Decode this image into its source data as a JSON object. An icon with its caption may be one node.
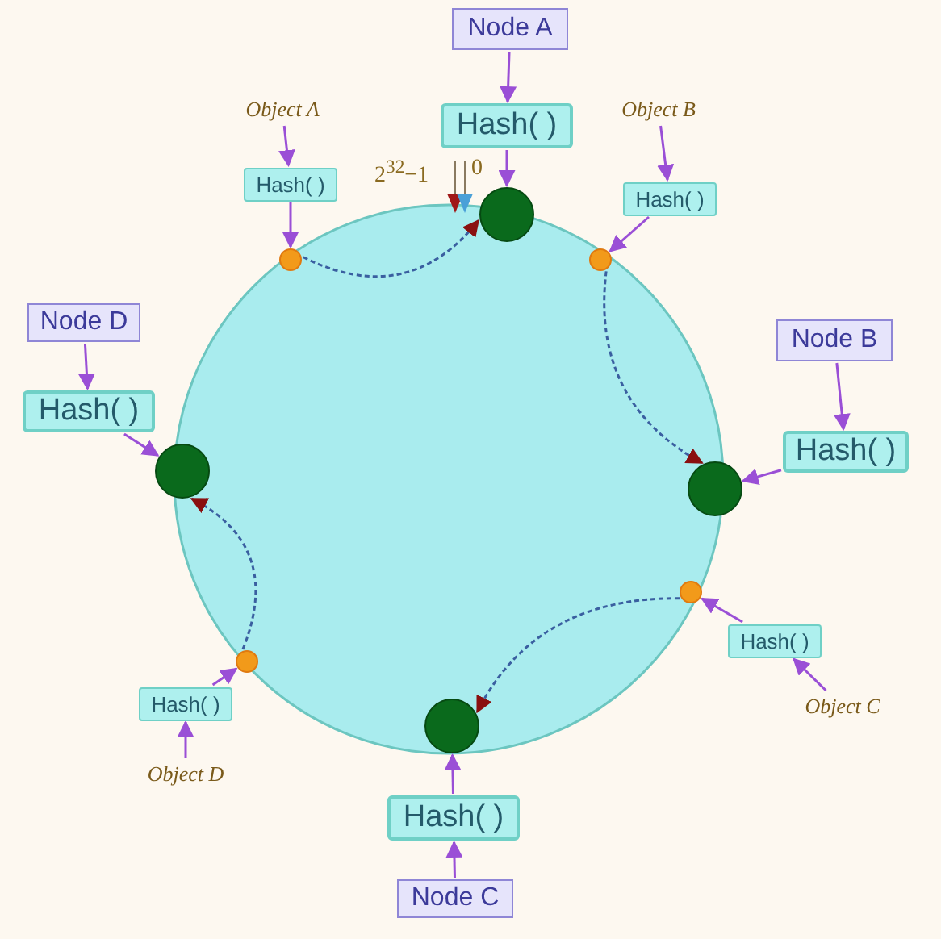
{
  "diagram": {
    "nodes": [
      {
        "text": [
          "Node A"
        ]
      },
      {
        "text": [
          "Object A"
        ]
      },
      {
        "text": [
          "Object B"
        ]
      },
      {
        "text": [
          "Hash( )"
        ]
      },
      {
        "text": [
          "Hash( )"
        ]
      },
      {
        "text": [
          "Hash( )"
        ]
      },
      {
        "text": [],
        "shape": "circle"
      },
      {
        "text": [],
        "shape": "circle"
      },
      {
        "text": [],
        "shape": "circle"
      },
      {
        "text": [
          "Node D"
        ]
      },
      {
        "text": [
          "Node B"
        ]
      },
      {
        "text": [
          "Hash( )"
        ]
      },
      {
        "text": [
          "Hash( )"
        ]
      },
      {
        "text": [],
        "shape": "circle"
      },
      {
        "text": [],
        "shape": "circle"
      },
      {
        "text": [],
        "shape": "circle"
      },
      {
        "text": [
          "Hash( )"
        ]
      },
      {
        "text": [],
        "shape": "circle"
      },
      {
        "text": [
          "Hash( )"
        ]
      },
      {
        "text": [
          "Object C"
        ]
      },
      {
        "text": [],
        "shape": "circle"
      },
      {
        "text": [
          "Object D"
        ]
      },
      {
        "text": [
          "Hash( )"
        ]
      },
      {
        "text": [
          "Node C"
        ]
      }
    ],
    "edges": [
      {
        "from": 0,
        "to": 3,
        "arrow": "to"
      },
      {
        "from": 3,
        "to": 6,
        "arrow": "to"
      },
      {
        "from": 1,
        "to": 4,
        "arrow": "to"
      },
      {
        "from": 4,
        "to": 7,
        "arrow": "to"
      },
      {
        "from": 2,
        "to": 5,
        "arrow": "to"
      },
      {
        "from": 5,
        "to": 8,
        "arrow": "to"
      },
      {
        "from": 9,
        "to": 11,
        "arrow": "to"
      },
      {
        "from": 11,
        "to": 13,
        "arrow": "to"
      },
      {
        "from": 10,
        "to": 12,
        "arrow": "to"
      },
      {
        "from": 12,
        "to": 14,
        "arrow": "to"
      },
      {
        "from": 19,
        "to": 16,
        "arrow": "to"
      },
      {
        "from": 16,
        "to": 15,
        "arrow": "to"
      },
      {
        "from": 21,
        "to": 18,
        "arrow": "to"
      },
      {
        "from": 18,
        "to": 17,
        "arrow": "to"
      },
      {
        "from": 23,
        "to": 22,
        "arrow": "to"
      },
      {
        "from": 22,
        "to": 20,
        "arrow": "to"
      },
      {
        "from": 7,
        "to": 6,
        "arrow": "to",
        "style": "dashed",
        "color": "#3a5fa0"
      },
      {
        "from": 8,
        "to": 14,
        "arrow": "to",
        "style": "dashed",
        "color": "#3a5fa0"
      },
      {
        "from": 15,
        "to": 20,
        "arrow": "to",
        "style": "dashed",
        "color": "#3a5fa0"
      },
      {
        "from": 17,
        "to": 13,
        "arrow": "to",
        "style": "dashed",
        "color": "#3a5fa0"
      }
    ],
    "labels": [
      "2$^{32}$−1",
      "0"
    ]
  }
}
